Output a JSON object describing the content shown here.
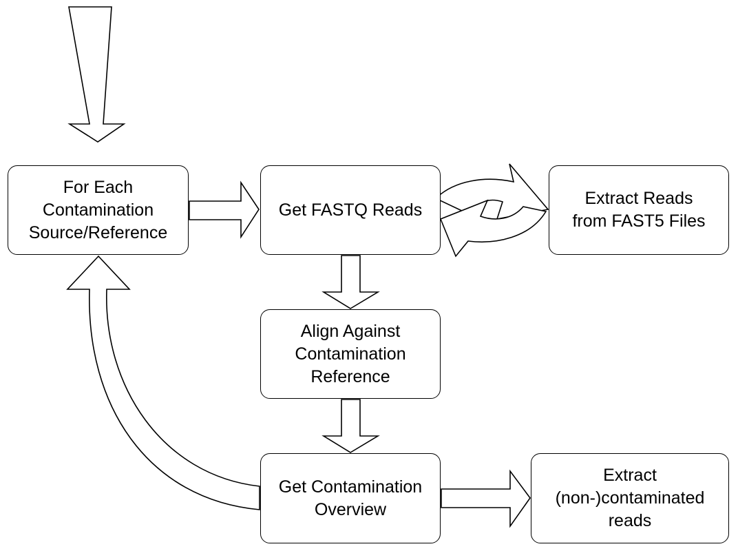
{
  "boxes": {
    "source": [
      "For Each",
      "Contamination",
      "Source/Reference"
    ],
    "fastq": [
      "Get FASTQ Reads"
    ],
    "extract_fast5": [
      "Extract Reads",
      "from FAST5 Files"
    ],
    "align": [
      "Align Against",
      "Contamination",
      "Reference"
    ],
    "overview": [
      "Get Contamination",
      "Overview"
    ],
    "extract_reads": [
      "Extract",
      "(non-)contaminated",
      "reads"
    ]
  },
  "colors": {
    "stroke": "#000000",
    "fill": "#ffffff",
    "background": "#ffffff"
  }
}
